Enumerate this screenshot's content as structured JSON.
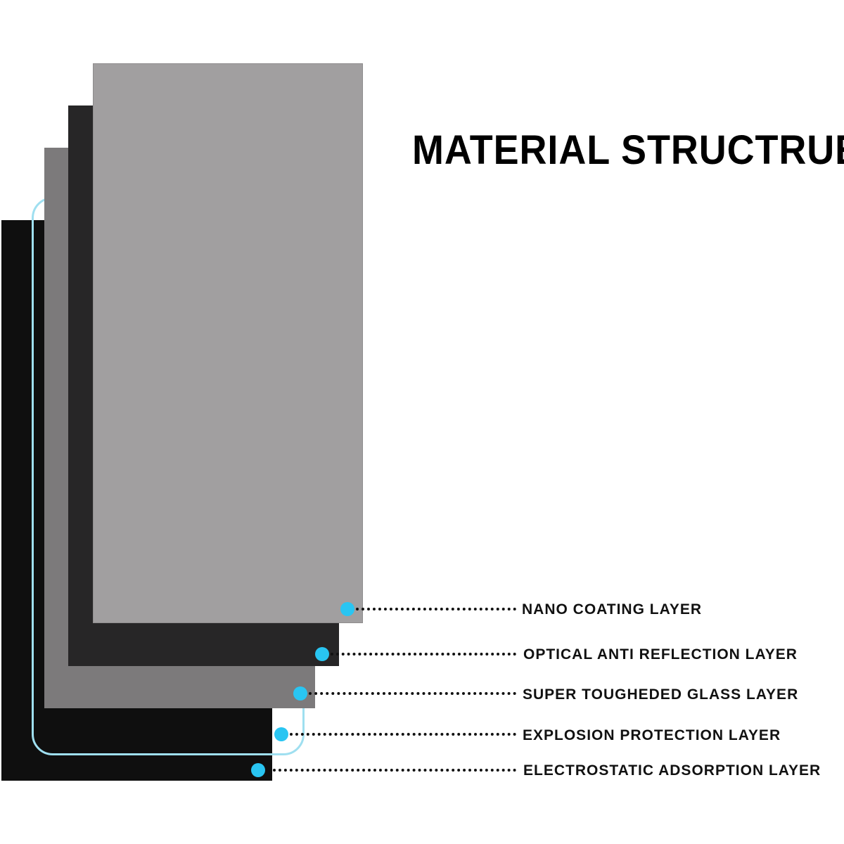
{
  "title": "MATERIAL STRUCTRUE",
  "colors": {
    "dot": "#29c5f2",
    "explosion_outline": "#9fdff0",
    "nano_layer": "#a19fa0",
    "optical_layer": "#272627",
    "glass_layer": "#7c7a7b",
    "electrostatic_layer": "#0f0f0f"
  },
  "layers": [
    {
      "label": "NANO COATING LAYER"
    },
    {
      "label": "OPTICAL ANTI REFLECTION LAYER"
    },
    {
      "label": "SUPER TOUGHEDED GLASS LAYER"
    },
    {
      "label": "EXPLOSION PROTECTION LAYER"
    },
    {
      "label": "ELECTROSTATIC ADSORPTION LAYER"
    }
  ]
}
